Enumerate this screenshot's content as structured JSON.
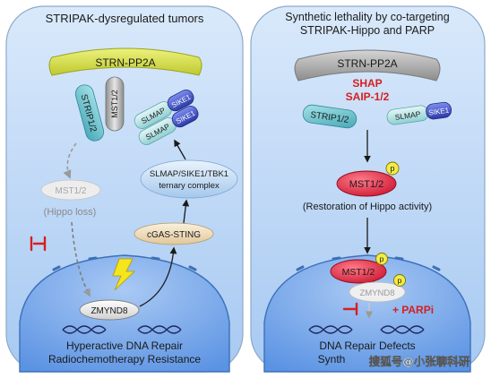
{
  "left_panel": {
    "title": "STRIPAK-dysregulated tumors",
    "complex_label": "STRN-PP2A",
    "strip_label": "STRIP1/2",
    "mst_label": "MST1/2",
    "slmap_label": "SLMAP",
    "sike_label": "SIKE1",
    "mst_faded_label": "MST1/2",
    "hippo_loss_label": "(Hippo loss)",
    "ternary_line1": "SLMAP/SIKE1/TBK1",
    "ternary_line2": "ternary complex",
    "cgas_label": "cGAS-STING",
    "zmynd8_label": "ZMYND8",
    "nucleus_line1": "Hyperactive DNA Repair",
    "nucleus_line2": "Radiochemotherapy Resistance"
  },
  "right_panel": {
    "title_line1": "Synthetic lethality by co-targeting",
    "title_line2": "STRIPAK-Hippo and PARP",
    "complex_label": "STRN-PP2A",
    "shap_label": "SHAP",
    "saip_label": "SAIP-1/2",
    "strip_label": "STRIP1/2",
    "slmap_label": "SLMAP",
    "sike_label": "SIKE1",
    "mst_label": "MST1/2",
    "phospho_label": "p",
    "restoration_label": "(Restoration of Hippo activity)",
    "nuclear_mst_label": "MST1/2",
    "zmynd8_label": "ZMYND8",
    "parpi_label": "+ PARPi",
    "nucleus_line1": "DNA Repair Defects",
    "nucleus_line2": "Synth"
  },
  "watermark": "搜狐号@小张聊科研",
  "colors": {
    "cell_fill": "#b8d6f5",
    "nucleus_fill": "#7eaeea",
    "strn_left": "#d2dc4a",
    "strn_right": "#a9a9a9",
    "strip_teal": "#66c1cc",
    "sike_blue": "#3d4fc2",
    "mst_red": "#e0203a",
    "inhibit_red": "#d42020",
    "phospho_yellow": "#f4ec46"
  }
}
